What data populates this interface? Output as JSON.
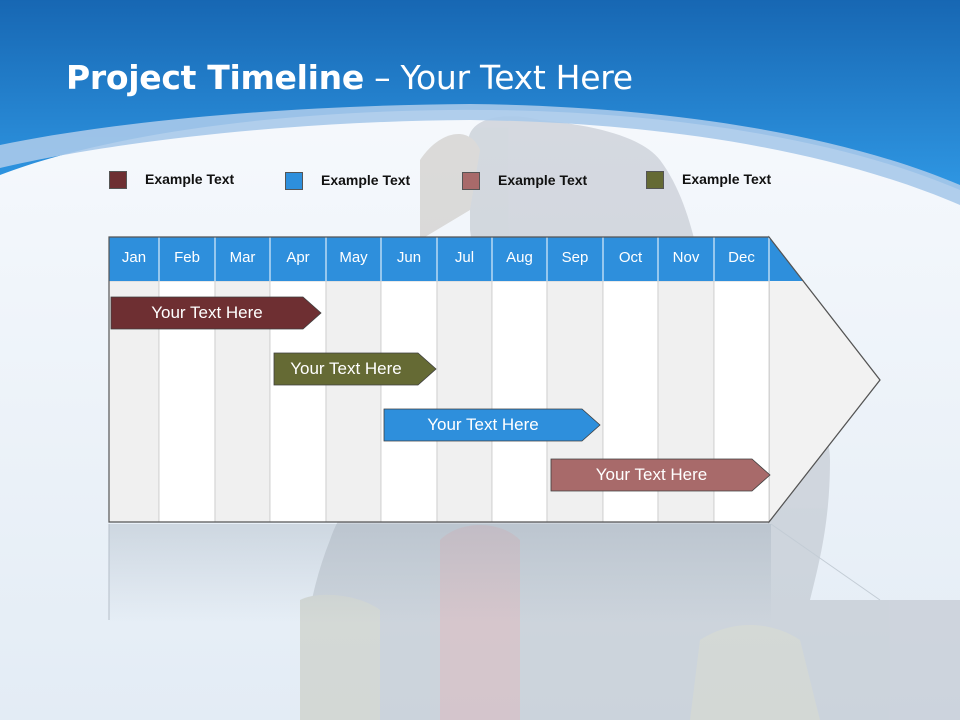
{
  "header": {
    "title_bold": "Project Timeline",
    "title_rest": " – Your Text Here"
  },
  "legend": [
    {
      "label": "Example Text",
      "color": "#6e2f32"
    },
    {
      "label": "Example Text",
      "color": "#2e8fdc"
    },
    {
      "label": "Example Text",
      "color": "#a86a6a"
    },
    {
      "label": "Example Text",
      "color": "#656a34"
    }
  ],
  "timeline": {
    "months": [
      "Jan",
      "Feb",
      "Mar",
      "Apr",
      "May",
      "Jun",
      "Jul",
      "Aug",
      "Sep",
      "Oct",
      "Nov",
      "Dec"
    ],
    "header_color": "#2e8fdc",
    "tasks": [
      {
        "label": "Your  Text Here",
        "start_month": "Jan",
        "end_month": "Apr",
        "color": "#6e2f32"
      },
      {
        "label": "Your  Text Here",
        "start_month": "Apr",
        "end_month": "Jun",
        "color": "#656a34"
      },
      {
        "label": "Your  Text Here",
        "start_month": "Jun",
        "end_month": "Sep",
        "color": "#2e8fdc"
      },
      {
        "label": "Your  Text Here",
        "start_month": "Sep",
        "end_month": "Dec",
        "color": "#a86a6a"
      }
    ]
  }
}
